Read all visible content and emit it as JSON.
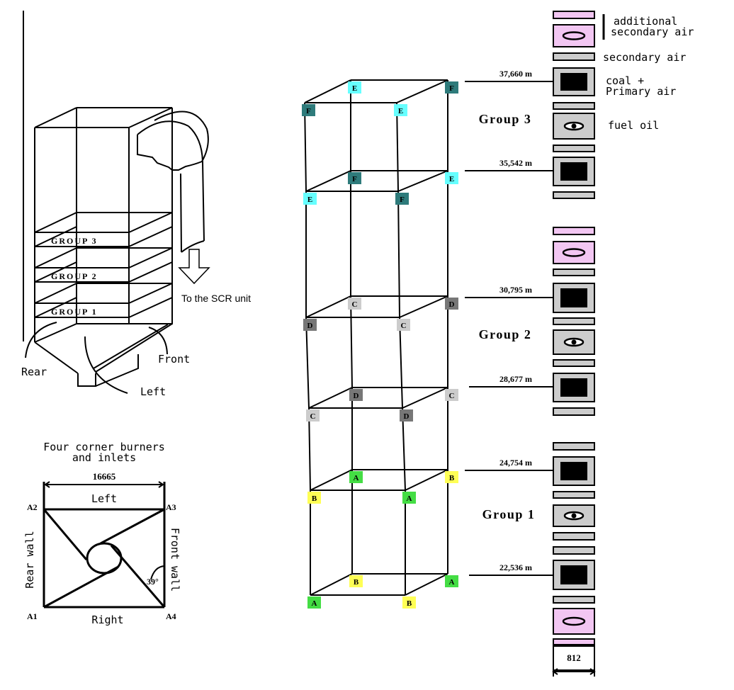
{
  "boiler": {
    "groups": [
      "GROUP  3",
      "GROUP  2",
      "GROUP  1"
    ],
    "scr_label": "To the SCR unit",
    "walls": {
      "rear": "Rear",
      "front": "Front",
      "left": "Left"
    }
  },
  "corner_plan": {
    "title_line1": "Four corner burners",
    "title_line2": "and inlets",
    "width": "16665",
    "top": "Left",
    "bottom": "Right",
    "left_wall": "Rear wall",
    "right_wall": "Front wall",
    "angle": "39°",
    "corners": {
      "a1": "A1",
      "a2": "A2",
      "a3": "A3",
      "a4": "A4"
    }
  },
  "burner_layout": {
    "group_labels": [
      "Group  3",
      "Group  2",
      "Group  1"
    ],
    "elevations": [
      "37,660 m",
      "35,542 m",
      "30,795 m",
      "28,677 m",
      "24,754 m",
      "22,536 m"
    ],
    "corner_letters": {
      "level1": [
        "F",
        "E",
        "F",
        "E"
      ],
      "level2": [
        "E",
        "F",
        "E",
        "F"
      ],
      "level3": [
        "D",
        "C",
        "D",
        "C"
      ],
      "level4": [
        "C",
        "D",
        "C",
        "D"
      ],
      "level5": [
        "B",
        "A",
        "B",
        "A"
      ],
      "level6": [
        "A",
        "B",
        "A",
        "B"
      ]
    },
    "letter_colors": {
      "A": "#44dd44",
      "B": "#ffff55",
      "C": "#cccccc",
      "D": "#777777",
      "E": "#66ffff",
      "F": "#2e7b7b"
    }
  },
  "legend": {
    "additional_secondary_air_1": "additional",
    "additional_secondary_air_2": "secondary air",
    "secondary_air": "secondary air",
    "coal_1": "coal +",
    "coal_2": "Primary air",
    "fuel_oil": "fuel oil",
    "width": "812",
    "colors": {
      "additional_air": "#f2c6f2",
      "air": "#cccccc",
      "coal": "#000000"
    }
  }
}
